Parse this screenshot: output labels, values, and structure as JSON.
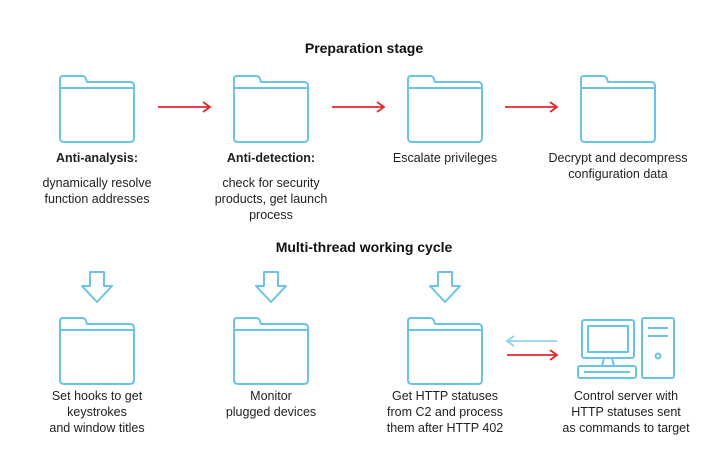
{
  "stages": {
    "preparation_title": "Preparation stage",
    "working_title": "Multi-thread working cycle"
  },
  "colors": {
    "icon_stroke": "#6cc4e4",
    "arrow_red": "#e3262d",
    "arrow_light": "#8fd3ec"
  },
  "preparation": [
    {
      "title": "Anti-analysis:",
      "text": "dynamically resolve\nfunction addresses"
    },
    {
      "title": "Anti-detection:",
      "text": "check for security\nproducts, get launch\nprocess"
    },
    {
      "title": "",
      "text": "Escalate privileges"
    },
    {
      "title": "",
      "text": "Decrypt and decompress\nconfiguration data"
    }
  ],
  "working": [
    {
      "text": "Set hooks to get\nkeystrokes\nand window titles"
    },
    {
      "text": "Monitor\nplugged devices"
    },
    {
      "text": "Get HTTP statuses\nfrom C2 and process\nthem after HTTP 402"
    },
    {
      "text": "Control server with\nHTTP statuses sent\nas commands to target"
    }
  ],
  "icons": {
    "folder": "folder-icon",
    "down_arrow": "down-arrow-icon",
    "computer": "computer-icon"
  }
}
